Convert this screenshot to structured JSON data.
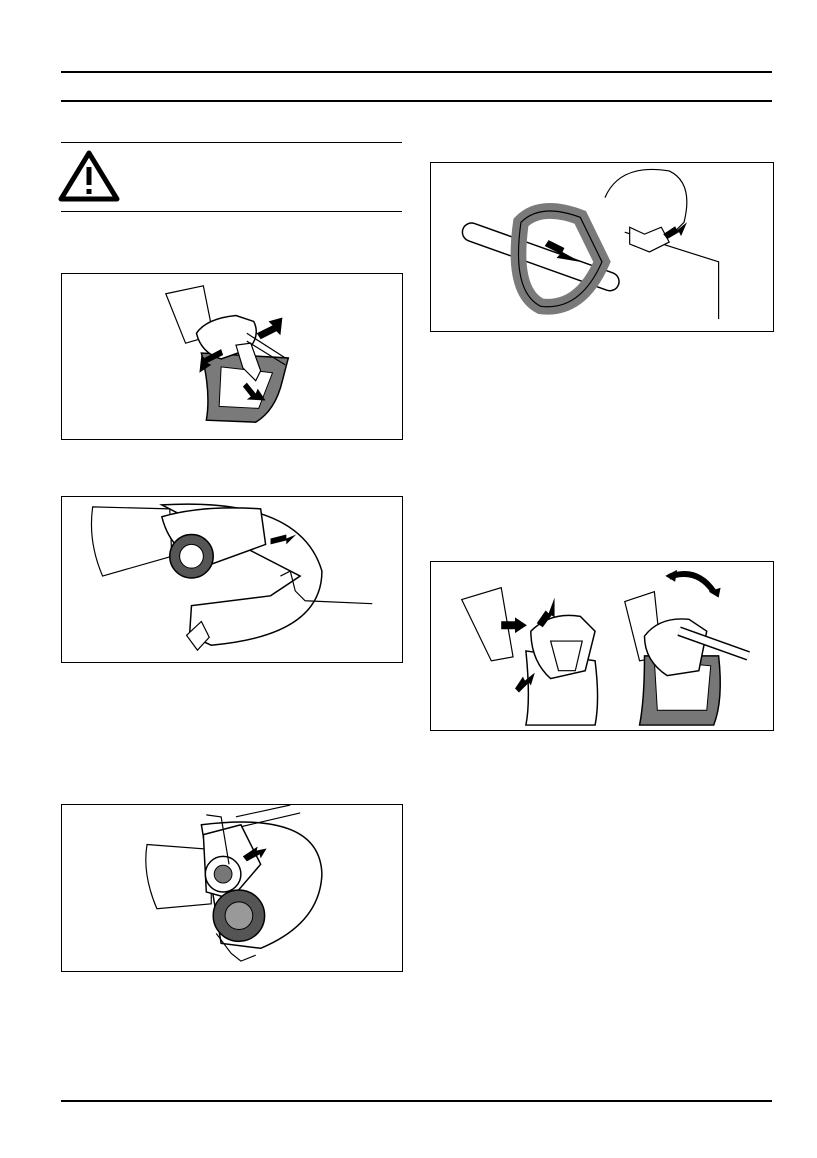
{
  "page": {
    "warning": {
      "icon": "warning-triangle-icon",
      "text": ""
    },
    "figures": [
      {
        "name": "figure-guard-release",
        "icon": "trimmer-guard-release-illustration"
      },
      {
        "name": "figure-guard-screw",
        "icon": "trimmer-guard-screw-illustration"
      },
      {
        "name": "figure-spool-removal",
        "icon": "trimmer-spool-illustration"
      },
      {
        "name": "figure-loop-handle",
        "icon": "loop-handle-illustration"
      },
      {
        "name": "figure-guard-attach",
        "icon": "trimmer-guard-attach-illustration"
      }
    ],
    "colors": {
      "ink": "#000000",
      "paper": "#ffffff",
      "shade": "#8a8a8a"
    }
  }
}
